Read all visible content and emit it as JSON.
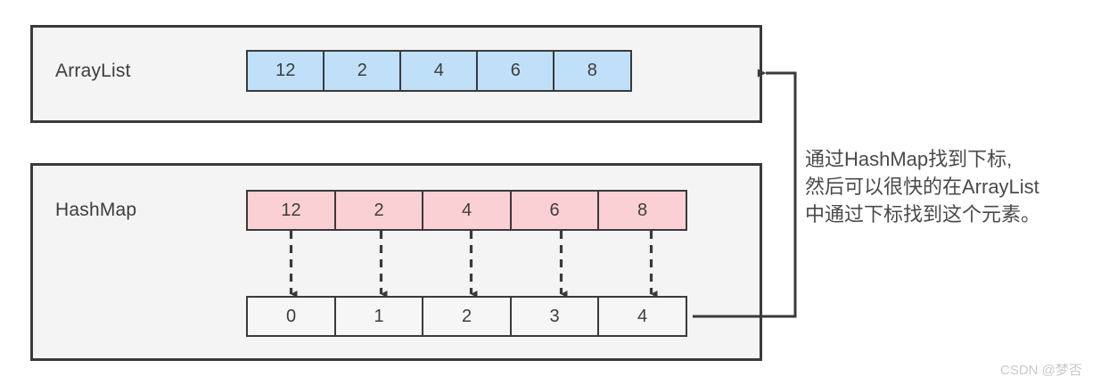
{
  "diagram": {
    "title_hidden": "",
    "panels": [
      {
        "name": "ArrayList",
        "label": "ArrayList",
        "cells": [
          "12",
          "2",
          "4",
          "6",
          "8"
        ],
        "cell_color": "#bfe0f8"
      },
      {
        "name": "HashMap",
        "label": "HashMap",
        "keys": [
          "12",
          "2",
          "4",
          "6",
          "8"
        ],
        "indices": [
          "0",
          "1",
          "2",
          "3",
          "4"
        ],
        "key_color": "#fbd0d4",
        "index_color": "#f6f6f6"
      }
    ],
    "annotation": "通过HashMap找到下标,\n然后可以很快的在ArrayList\n中通过下标找到这个元素。",
    "watermark": "CSDN @梦否",
    "colors": {
      "panel_fill": "#f4f4f4",
      "stroke": "#3a3a3a",
      "text": "#3d3d3d",
      "blue_cell": "#bfe0f8",
      "pink_cell": "#fbd0d4",
      "watermark": "#c9c9c9"
    }
  }
}
